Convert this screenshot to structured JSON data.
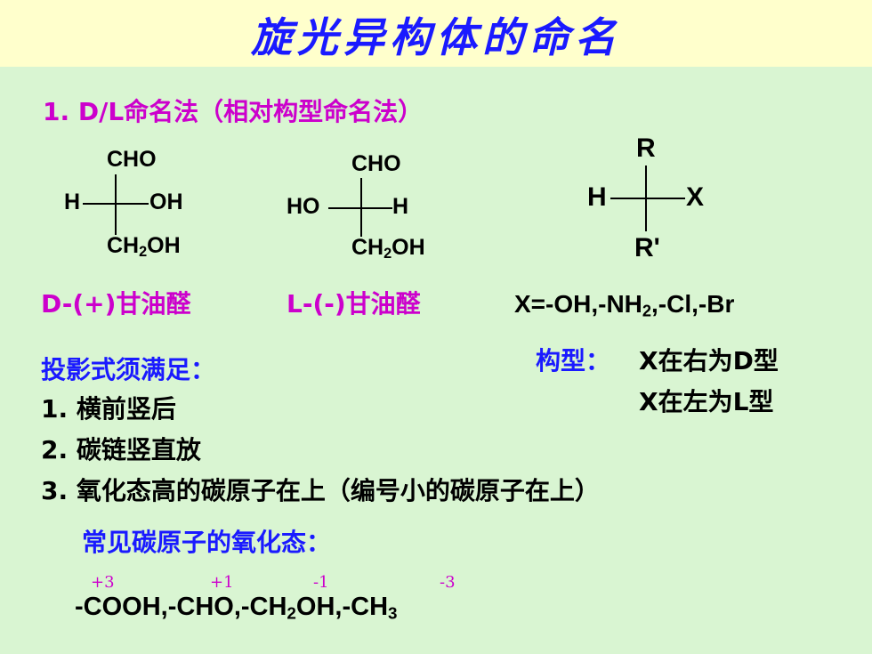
{
  "title": "旋光异构体的命名",
  "section_heading": "1. D/L命名法（相对构型命名法）",
  "fischer1": {
    "top": "CHO",
    "left": "H",
    "right": "OH",
    "bottom_pre": "CH",
    "bottom_sub": "2",
    "bottom_post": "OH",
    "caption": "D-(+)甘油醛"
  },
  "fischer2": {
    "top": "CHO",
    "left": "HO",
    "right": "H",
    "bottom_pre": "CH",
    "bottom_sub": "2",
    "bottom_post": "OH",
    "caption": "L-(-)甘油醛"
  },
  "fischer3": {
    "top": "R",
    "left": "H",
    "right": "X",
    "bottom": "R'"
  },
  "x_def": {
    "pre": "X=-OH,-NH",
    "sub": "2",
    "post": ",-Cl,-Br"
  },
  "config_label": "构型：",
  "config_rule1": "X在右为D型",
  "config_rule2": "X在左为L型",
  "projection_heading": "投影式须满足：",
  "rules": [
    "1. 横前竖后",
    "2. 碳链竖直放",
    "3. 氧化态高的碳原子在上（编号小的碳原子在上）"
  ],
  "oxidation_heading": "常见碳原子的氧化态：",
  "oxidation_states": [
    "+3",
    "+1",
    "-1",
    "-3"
  ],
  "groups_line": {
    "p1": "-COOH,-CHO,-CH",
    "s1": "2",
    "p2": "OH,-CH",
    "s2": "3"
  }
}
